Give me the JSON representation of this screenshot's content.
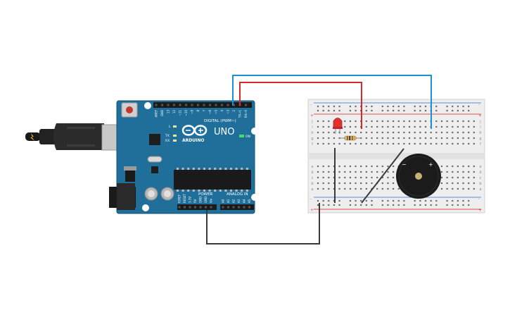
{
  "arduino": {
    "logo_text": "ARDUINO",
    "model": "UNO",
    "digital_label": "DIGITAL (PWM~)",
    "power_label": "POWER",
    "analog_label": "ANALOG IN",
    "on_label": "ON",
    "tx_label": "TX",
    "rx_label": "RX",
    "l_label": "L",
    "digital_pins": [
      "AREF",
      "GND",
      "13",
      "12",
      "~11",
      "~10",
      "~9",
      "8",
      "7",
      "~6",
      "~5",
      "4",
      "~3",
      "2",
      "TX→1",
      "RX←0"
    ],
    "power_pins": [
      "IOREF",
      "RESET",
      "3.3V",
      "5V",
      "GND",
      "GND",
      "Vin"
    ],
    "analog_pins": [
      "A0",
      "A1",
      "A2",
      "A3",
      "A4",
      "A5"
    ]
  },
  "breadboard": {
    "row_letters_top": [
      "j",
      "i",
      "h",
      "g",
      "f"
    ],
    "row_letters_bottom": [
      "e",
      "d",
      "c",
      "b",
      "a"
    ],
    "rail_plus": "+",
    "rail_minus": "-"
  },
  "buzzer": {
    "minus_label": "−",
    "plus_label": "+"
  },
  "colors": {
    "board_blue": "#1f6f9a",
    "board_edge": "#14506f",
    "wire_blue": "#1e8fd0",
    "wire_red": "#d42a2a",
    "wire_dark": "#3a3a3a",
    "breadboard": "#eeeeee",
    "rail_red": "#d9534f",
    "rail_blue": "#5b8fd9",
    "led_red": "#e03030"
  }
}
